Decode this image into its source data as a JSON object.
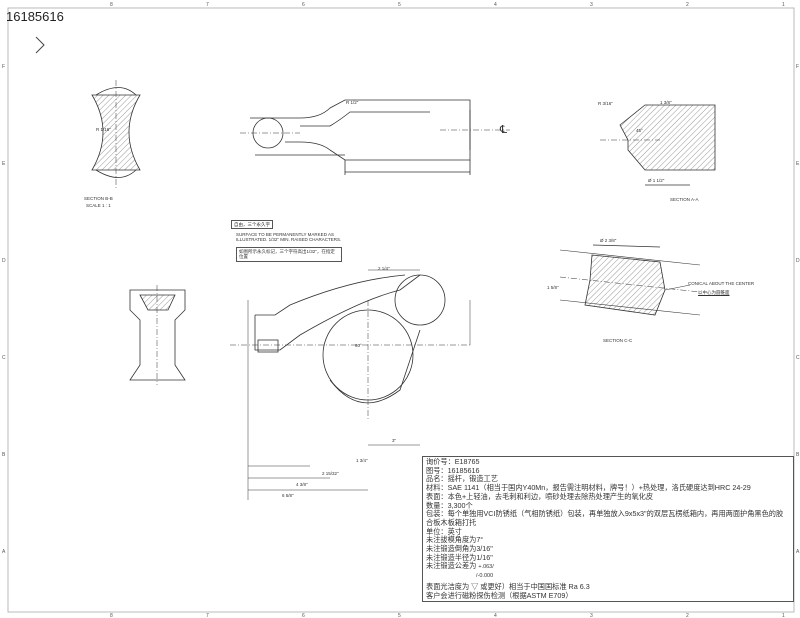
{
  "drawing_number": "16185616",
  "border": {
    "columns": [
      "8",
      "7",
      "6",
      "5",
      "4",
      "3",
      "2",
      "1"
    ],
    "rows": [
      "F",
      "E",
      "D",
      "C",
      "B",
      "A"
    ]
  },
  "views": {
    "section_b": {
      "label": "SECTION B-B",
      "scale": "SCALE 1 : 1"
    },
    "section_a": {
      "label": "SECTION A-A"
    },
    "section_c": {
      "label": "SECTION C-C"
    },
    "conical_note": "CONICAL ABOUT THE CENTER",
    "conical_note_cn": "以中心为圆锥面",
    "centerline_symbol": "℄"
  },
  "surface_note": {
    "header": "自由，三个永久字",
    "en": "SURFACE TO BE PERMANENTLY MARKED AS ILLUSTRATED. 1/32\" MIN. RAISED CHARACTERS.",
    "cn": "如图所示永久标记，三个字符高出1/32\"，在指定位置"
  },
  "dimensions": [
    "2 1/4\"",
    "3\"",
    "1 3/4\"",
    "2 15/32\"",
    "4 3/8\"",
    "6 5/8\"",
    "R 1/16\"",
    "R 3/16\"",
    "Ø 1 1/2\"",
    "Ø 2 3/8\"",
    "60°",
    "45°",
    "1 3/8\"",
    "1 5/8\"",
    "R 1/2\""
  ],
  "notes": {
    "lines": [
      "询价号：E18765",
      "图号：16185616",
      "品名：摇杆，锻造工艺",
      "材料：SAE 1141（相当于国内Y40Mn，报告需注明材料，牌号！）+热处理，洛氏硬度达到HRC 24-29",
      "表面：本色+上轻油，去毛刺和利边，喷砂处理去除热处理产生的氧化皮",
      "数量：3,300个",
      "包装：每个单独用VCI防锈纸（气相防锈纸）包装，再单独放入9x5x3\"的双层瓦楞纸箱内，再用两面护角黑色的胶合板木板箱打托",
      "单位：英寸",
      "未注拔模角度为7°",
      "未注锻造倒角为3/16\"",
      "未注锻造半径为1/16\"",
      "未注锻造公差为"
    ],
    "tolerance_plus": "+.063/",
    "tolerance_minus": "/-0.000",
    "surface_finish": "表面光洁度为 ▽ 或更好）相当于中国国标准 Ra 6.3",
    "inspection": "客户会进行磁粉探伤检测（根据ASTM E709）"
  },
  "colors": {
    "line": "#333333",
    "hatch": "#555555",
    "paper": "#ffffff"
  }
}
